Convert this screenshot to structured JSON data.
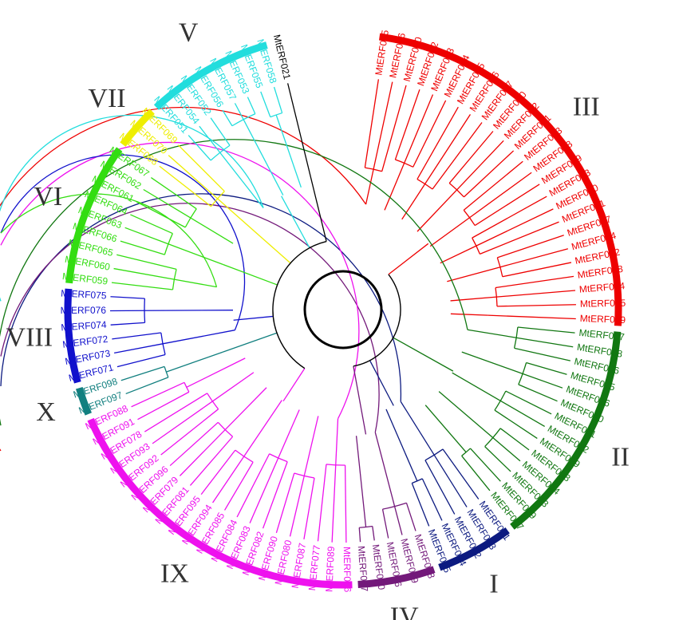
{
  "center_circle_stroke": "#000000",
  "groups": [
    {
      "id": "III",
      "label": "III",
      "color": "#ee0000",
      "leaves": [
        "MtERF025",
        "MtERF026",
        "MtERF020",
        "MtERF032",
        "MtERF033",
        "MtERF034",
        "MtERF035",
        "MtERF036",
        "MtERF037",
        "MtERF040",
        "MtERF042",
        "MtERF041",
        "MtERF043",
        "MtERF038",
        "MtERF039",
        "MtERF023",
        "MtERF030",
        "MtERF031",
        "MtERF027",
        "MtERF024",
        "MtERF022",
        "MtERF028",
        "MtERF044",
        "MtERF045",
        "MtERF029"
      ]
    },
    {
      "id": "II",
      "label": "II",
      "color": "#117711",
      "leaves": [
        "MtERF007",
        "MtERF008",
        "MtERF006",
        "MtERF015",
        "MtERF016",
        "MtERF010",
        "MtERF011",
        "MtERF012",
        "MtERF009",
        "MtERF018",
        "MtERF014",
        "MtERF013",
        "MtERF019",
        "MtERF017"
      ]
    },
    {
      "id": "I",
      "label": "I",
      "color": "#0c1a80",
      "leaves": [
        "MtERF001",
        "MtERF003",
        "MtERF002",
        "MtERF004",
        "MtERF005"
      ]
    },
    {
      "id": "IV",
      "label": "IV",
      "color": "#73197a",
      "leaves": [
        "MtERF048",
        "MtERF049",
        "MtERF046",
        "MtERF050",
        "MtERF047"
      ]
    },
    {
      "id": "IX",
      "label": "IX",
      "color": "#ee11ee",
      "leaves": [
        "MtERF086",
        "MtERF089",
        "MtERF077",
        "MtERF087",
        "MtERF080",
        "MtERF090",
        "MtERF082",
        "MtERF083",
        "MtERF084",
        "MtERF085",
        "MtERF094",
        "MtERF095",
        "MtERF081",
        "MtERF079",
        "MtERF096",
        "MtERF092",
        "MtERF093",
        "MtERF078",
        "MtERF091",
        "MtERF088"
      ]
    },
    {
      "id": "X",
      "label": "X",
      "color": "#117f7f",
      "leaves": [
        "MtERF097",
        "MtERF098"
      ]
    },
    {
      "id": "VIII",
      "label": "VIII",
      "color": "#1111cc",
      "leaves": [
        "MtERF071",
        "MtERF073",
        "MtERF072",
        "MtERF074",
        "MtERF076",
        "MtERF075"
      ]
    },
    {
      "id": "VI",
      "label": "VI",
      "color": "#33dd11",
      "leaves": [
        "MtERF059",
        "MtERF060",
        "MtERF065",
        "MtERF066",
        "MtERF063",
        "MtERF064",
        "MtERF061",
        "MtERF062",
        "MtERF067"
      ]
    },
    {
      "id": "VII",
      "label": "VII",
      "color": "#eeee00",
      "leaves": [
        "MtERF068",
        "MtERF070",
        "MtERF069"
      ]
    },
    {
      "id": "V",
      "label": "V",
      "color": "#22dddd",
      "leaves": [
        "MtERF051",
        "MtERF054",
        "MtERF052",
        "MtERF056",
        "MtERF057",
        "MtERF053",
        "MtERF055",
        "MtERF058"
      ]
    },
    {
      "id": "outgroup",
      "label": "",
      "color": "#000000",
      "leaves": [
        "MtERF021"
      ]
    }
  ]
}
